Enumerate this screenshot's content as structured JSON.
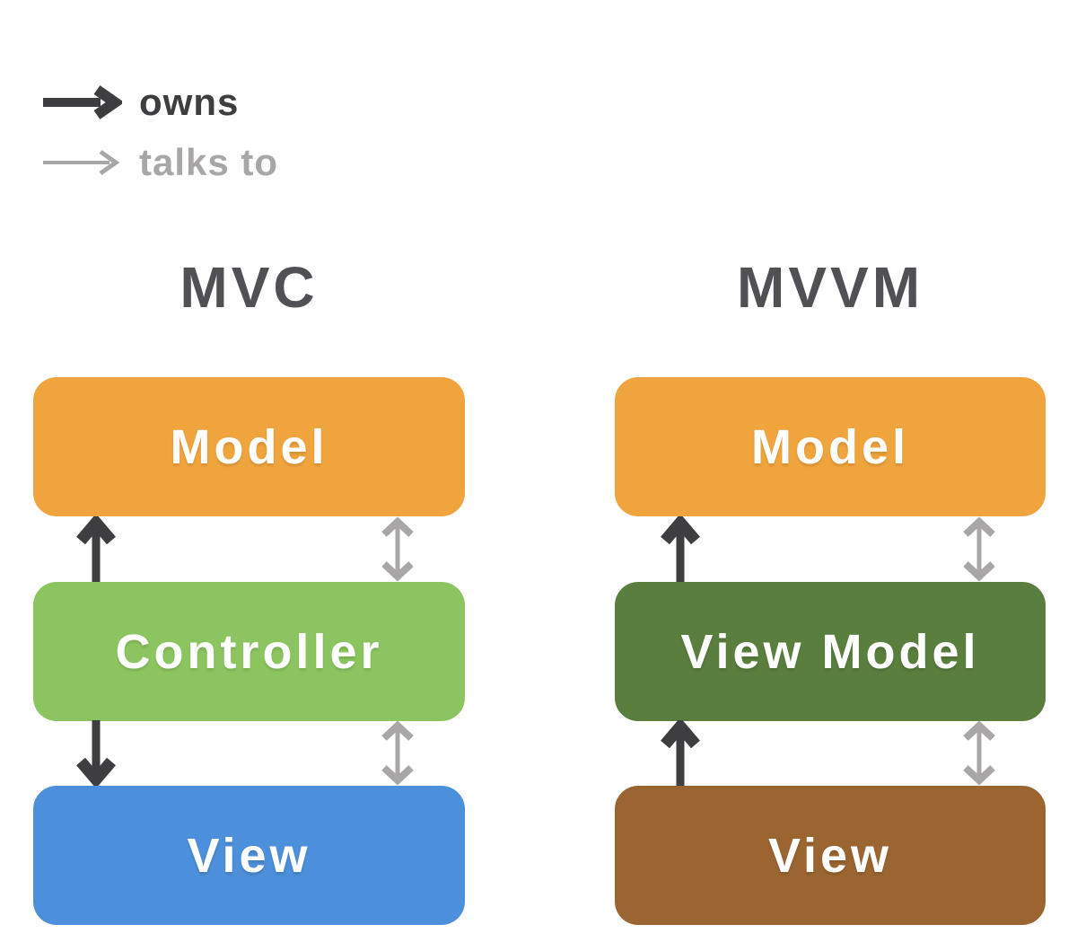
{
  "legend": {
    "owns": {
      "label": "owns",
      "color": "#3E3E40"
    },
    "talks_to": {
      "label": "talks to",
      "color": "#A8A6A7"
    }
  },
  "columns": [
    {
      "id": "mvc",
      "title": "MVC",
      "boxes": [
        {
          "id": "model",
          "label": "Model",
          "bg": "#F0A43D"
        },
        {
          "id": "controller",
          "label": "Controller",
          "bg": "#8CC55F"
        },
        {
          "id": "view",
          "label": "View",
          "bg": "#4C8FDA"
        }
      ],
      "relations": [
        {
          "type": "owns",
          "from": "Controller",
          "to": "Model",
          "arrow": "up"
        },
        {
          "type": "talks to",
          "between": [
            "Model",
            "Controller"
          ],
          "arrow": "double"
        },
        {
          "type": "owns",
          "from": "Controller",
          "to": "View",
          "arrow": "down"
        },
        {
          "type": "talks to",
          "between": [
            "Controller",
            "View"
          ],
          "arrow": "double"
        }
      ]
    },
    {
      "id": "mvvm",
      "title": "MVVM",
      "boxes": [
        {
          "id": "model",
          "label": "Model",
          "bg": "#F0A43D"
        },
        {
          "id": "view-model",
          "label": "View Model",
          "bg": "#5A7E3D"
        },
        {
          "id": "view",
          "label": "View",
          "bg": "#9A6531"
        }
      ],
      "relations": [
        {
          "type": "owns",
          "from": "View Model",
          "to": "Model",
          "arrow": "up"
        },
        {
          "type": "talks to",
          "between": [
            "Model",
            "View Model"
          ],
          "arrow": "double"
        },
        {
          "type": "owns",
          "from": "View",
          "to": "View Model",
          "arrow": "up"
        },
        {
          "type": "talks to",
          "between": [
            "View Model",
            "View"
          ],
          "arrow": "double"
        }
      ]
    }
  ],
  "colors": {
    "owns_arrow": "#3E3E40",
    "talks_arrow": "#A8A6A7",
    "title": "#515155",
    "box_text": "#FFFFFF",
    "background": "#FFFFFF"
  }
}
